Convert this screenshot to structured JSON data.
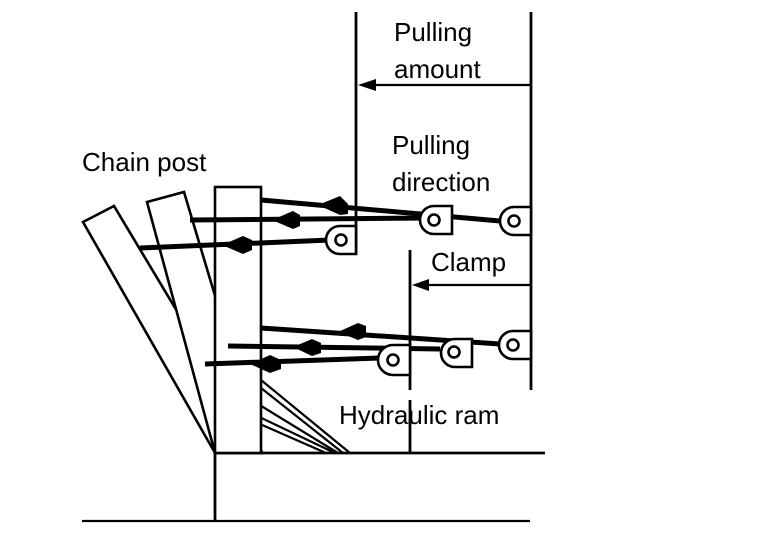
{
  "diagram": {
    "title": "Body frame pulling setup",
    "labels": {
      "pulling_amount": [
        "Pulling",
        "amount"
      ],
      "pulling_direction": [
        "Pulling",
        "direction"
      ],
      "chain_post": "Chain post",
      "clamp": "Clamp",
      "hydraulic_ram": "Hydraulic ram"
    },
    "colors": {
      "line": "#000000",
      "background": "#ffffff"
    }
  }
}
